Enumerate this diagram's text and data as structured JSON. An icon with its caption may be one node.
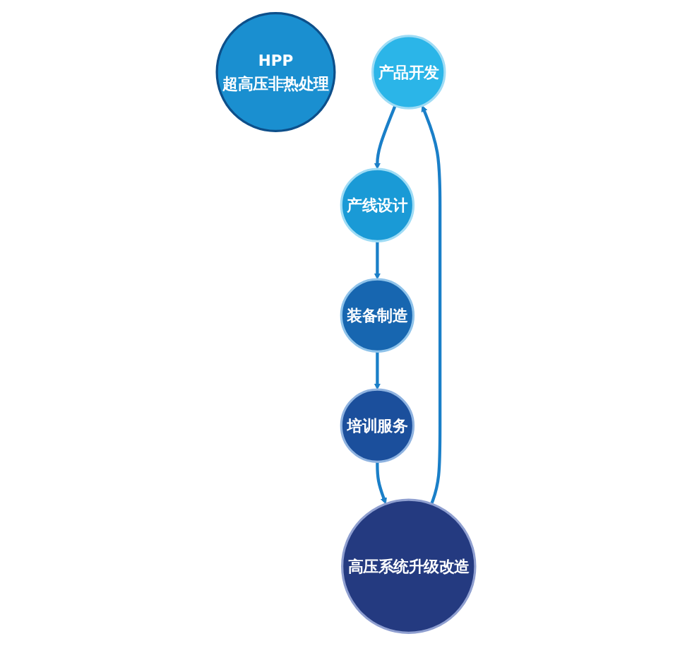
{
  "diagram": {
    "nodes": [
      {
        "text": [
          "HPP",
          "超高压非热处理"
        ]
      },
      {
        "text": [
          "产品开发"
        ]
      },
      {
        "text": [
          "产线设计"
        ]
      },
      {
        "text": [
          "装备制造"
        ]
      },
      {
        "text": [
          "培训服务"
        ]
      },
      {
        "text": [
          "高压系统升级改造"
        ]
      }
    ],
    "edges": [
      {
        "from": 1,
        "to": 2,
        "arrow": "to"
      },
      {
        "from": 2,
        "to": 3,
        "arrow": "to"
      },
      {
        "from": 3,
        "to": 4,
        "arrow": "to"
      },
      {
        "from": 4,
        "to": 5,
        "arrow": "to"
      },
      {
        "from": 5,
        "to": 1,
        "arrow": "to"
      }
    ]
  }
}
